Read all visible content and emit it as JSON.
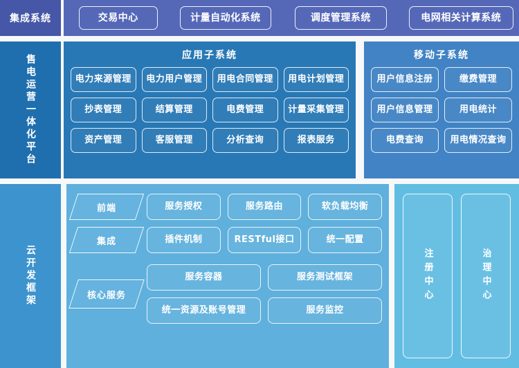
{
  "bands": {
    "integration": {
      "label": "集成系统",
      "nodes": [
        "交易中心",
        "计量自动化系统",
        "调度管理系统",
        "电网相关计算系统"
      ],
      "color": "#5568b8",
      "label_color": "#4657a8"
    },
    "platform": {
      "label": "售电运营一体化平台",
      "label_color": "#1f6faf",
      "app_subsystem": {
        "title": "应用子系统",
        "color": "#2878b5",
        "rows": [
          [
            "电力来源管理",
            "电力用户管理",
            "用电合同管理",
            "用电计划管理"
          ],
          [
            "抄表管理",
            "结算管理",
            "电费管理",
            "计量采集管理"
          ],
          [
            "资产管理",
            "客服管理",
            "分析查询",
            "报表服务"
          ]
        ]
      },
      "mobile_subsystem": {
        "title": "移动子系统",
        "color": "#4183c4",
        "rows": [
          [
            "用户信息注册",
            "缴费管理"
          ],
          [
            "用户信息管理",
            "用电统计"
          ],
          [
            "电费查询",
            "用电情况查询"
          ]
        ]
      }
    },
    "cloud": {
      "label": "云开发框架",
      "label_color": "#3d93cd",
      "main_color": "#5fb0dd",
      "side_color": "#62bde2",
      "groups": [
        {
          "tag": "前端",
          "nodes": [
            "服务授权",
            "服务路由",
            "软负载均衡"
          ]
        },
        {
          "tag": "集成",
          "nodes": [
            "插件机制",
            "RESTful接口",
            "统一配置"
          ]
        }
      ],
      "core": {
        "tag": "核心服务",
        "rows": [
          [
            "服务容器",
            "服务测试框架"
          ],
          [
            "统一资源及账号管理",
            "服务监控"
          ]
        ]
      },
      "centers": [
        "注册中心",
        "治理中心"
      ]
    }
  }
}
